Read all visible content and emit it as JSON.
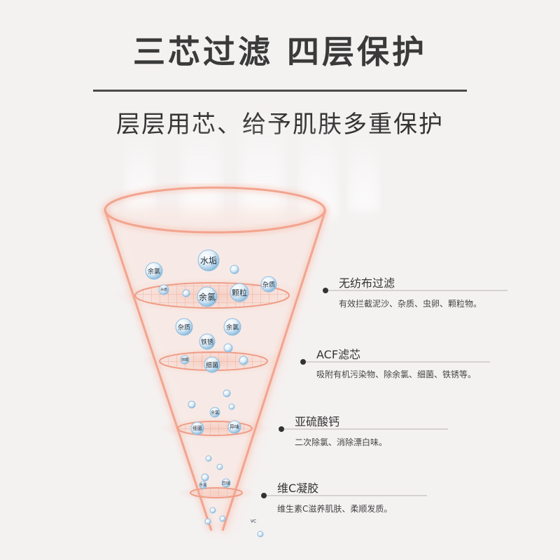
{
  "title": "三芯过滤 四层保护",
  "subtitle": "层层用芯、给予肌肤多重保护",
  "layers": [
    {
      "title": "无纺布过滤",
      "desc": "有效拦截泥沙、杂质、虫卵、颗粒物。"
    },
    {
      "title": "ACF滤芯",
      "desc": "吸附有机污染物、除余氯、细菌、铁锈等。"
    },
    {
      "title": "亚硫酸钙",
      "desc": "二次除氯、消除漂白味。"
    },
    {
      "title": "维C凝胶",
      "desc": "维生素C滋养肌肤、柔顺发质。"
    }
  ],
  "bubbles": {
    "b1": "水垢",
    "b2": "余氯",
    "b3": "余氯",
    "b4": "颗粒",
    "b5": "杂质",
    "b6": "杂质",
    "b7": "余氯",
    "b8": "铁锈",
    "b9": "细菌",
    "b10": "余氯",
    "b11": "细菌",
    "b12": "异味",
    "b13": "异味",
    "b14": "余氯",
    "b15": "杂质",
    "b16": "细菌",
    "b17": "VC"
  },
  "colors": {
    "accent": "#f2a48f",
    "glow": "#f7c7b8",
    "bubble": "#9cc7e6"
  }
}
